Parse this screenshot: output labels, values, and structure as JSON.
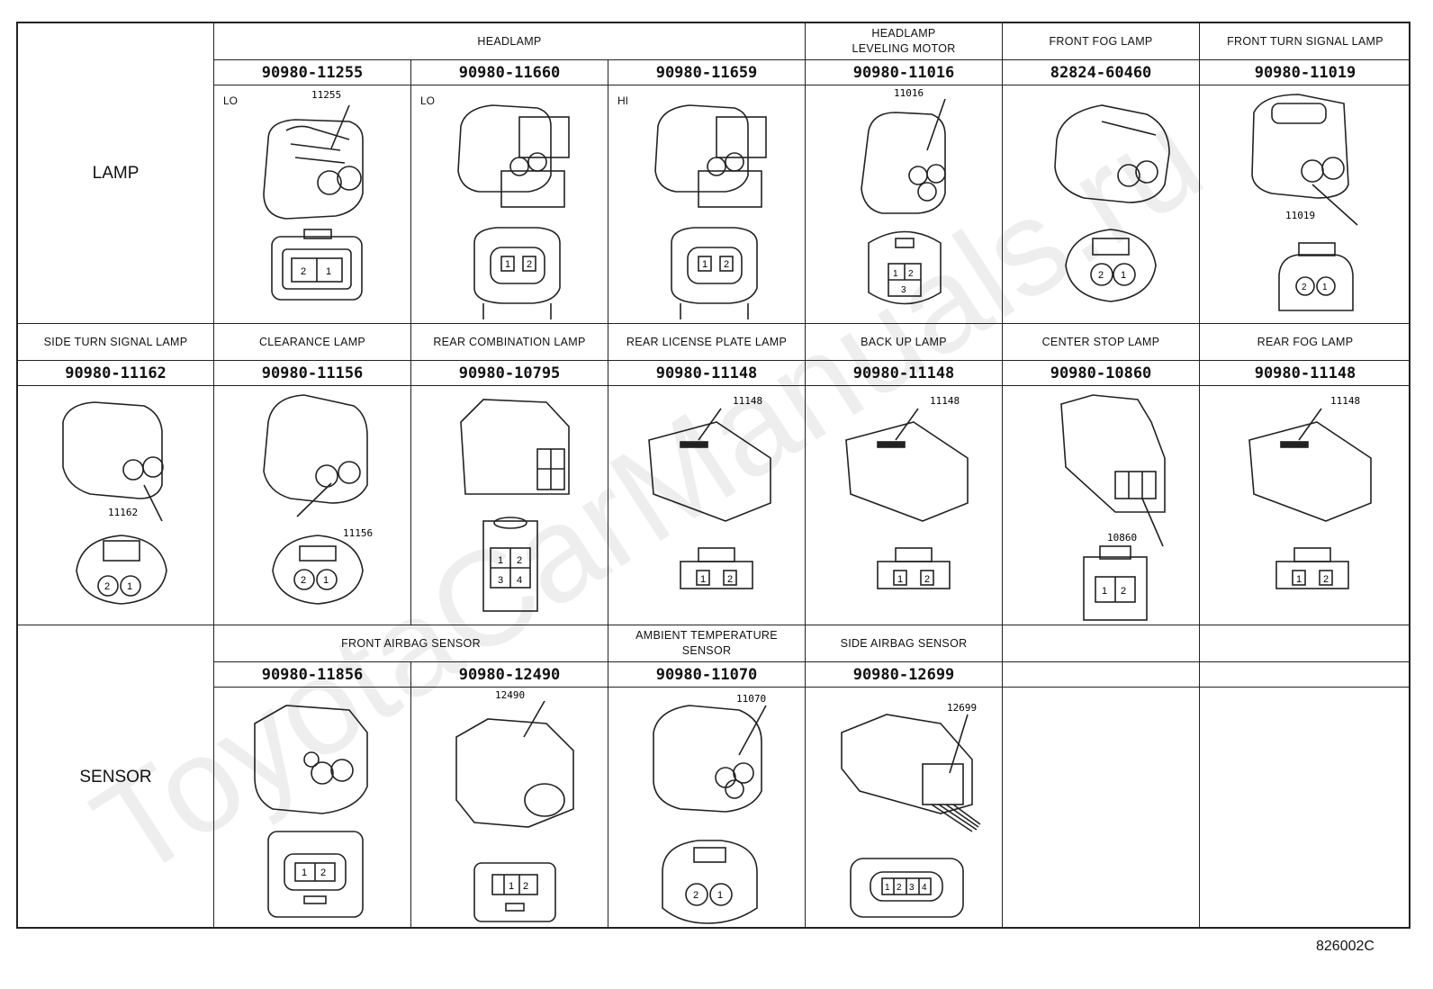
{
  "rows": [
    {
      "label": "LAMP"
    },
    {
      "label": ""
    },
    {
      "label": "SENSOR"
    }
  ],
  "lamp": {
    "headlamp_group": "HEADLAMP",
    "cols": [
      {
        "title": "",
        "part": "90980-11255",
        "tag": "LO",
        "callout": "11255",
        "pins": [
          "2",
          "1"
        ]
      },
      {
        "title": "",
        "part": "90980-11660",
        "tag": "LO",
        "callout": "",
        "pins": [
          "1",
          "2"
        ]
      },
      {
        "title": "",
        "part": "90980-11659",
        "tag": "HI",
        "callout": "",
        "pins": [
          "1",
          "2"
        ]
      },
      {
        "title": "HEADLAMP\nLEVELING MOTOR",
        "part": "90980-11016",
        "tag": "",
        "callout": "11016",
        "pins": [
          "1",
          "2",
          "3"
        ]
      },
      {
        "title": "FRONT FOG LAMP",
        "part": "82824-60460",
        "tag": "",
        "callout": "",
        "pins": [
          "2",
          "1"
        ]
      },
      {
        "title": "FRONT TURN SIGNAL LAMP",
        "part": "90980-11019",
        "tag": "",
        "callout": "11019",
        "pins": [
          "2",
          "1"
        ]
      }
    ]
  },
  "lamp2": {
    "cols": [
      {
        "title": "SIDE TURN SIGNAL LAMP",
        "part": "90980-11162",
        "callout": "11162",
        "pins": [
          "2",
          "1"
        ]
      },
      {
        "title": "CLEARANCE LAMP",
        "part": "90980-11156",
        "callout": "11156",
        "pins": [
          "2",
          "1"
        ]
      },
      {
        "title": "REAR COMBINATION LAMP",
        "part": "90980-10795",
        "callout": "",
        "pins": [
          "1",
          "2",
          "3",
          "4"
        ]
      },
      {
        "title": "REAR LICENSE PLATE LAMP",
        "part": "90980-11148",
        "callout": "11148",
        "pins": [
          "1",
          "2"
        ]
      },
      {
        "title": "BACK UP LAMP",
        "part": "90980-11148",
        "callout": "11148",
        "pins": [
          "1",
          "2"
        ]
      },
      {
        "title": "CENTER STOP LAMP",
        "part": "90980-10860",
        "callout": "10860",
        "pins": [
          "1",
          "2"
        ]
      },
      {
        "title": "REAR FOG LAMP",
        "part": "90980-11148",
        "callout": "11148",
        "pins": [
          "1",
          "2"
        ]
      }
    ]
  },
  "sensor": {
    "front_airbag_group": "FRONT AIRBAG SENSOR",
    "cols": [
      {
        "title": "",
        "part": "90980-11856",
        "callout": "",
        "pins": [
          "1",
          "2"
        ]
      },
      {
        "title": "",
        "part": "90980-12490",
        "callout": "12490",
        "pins": [
          "1",
          "2"
        ]
      },
      {
        "title": "AMBIENT TEMPERATURE\nSENSOR",
        "part": "90980-11070",
        "callout": "11070",
        "pins": [
          "2",
          "1"
        ]
      },
      {
        "title": "SIDE AIRBAG SENSOR",
        "part": "90980-12699",
        "callout": "12699",
        "pins": [
          "1",
          "2",
          "3",
          "4"
        ]
      }
    ]
  },
  "drawing_code": "826002C",
  "watermark": "ToyotaCarManuals.ru",
  "colors": {
    "line": "#222222",
    "watermark": "#eeeeee"
  }
}
